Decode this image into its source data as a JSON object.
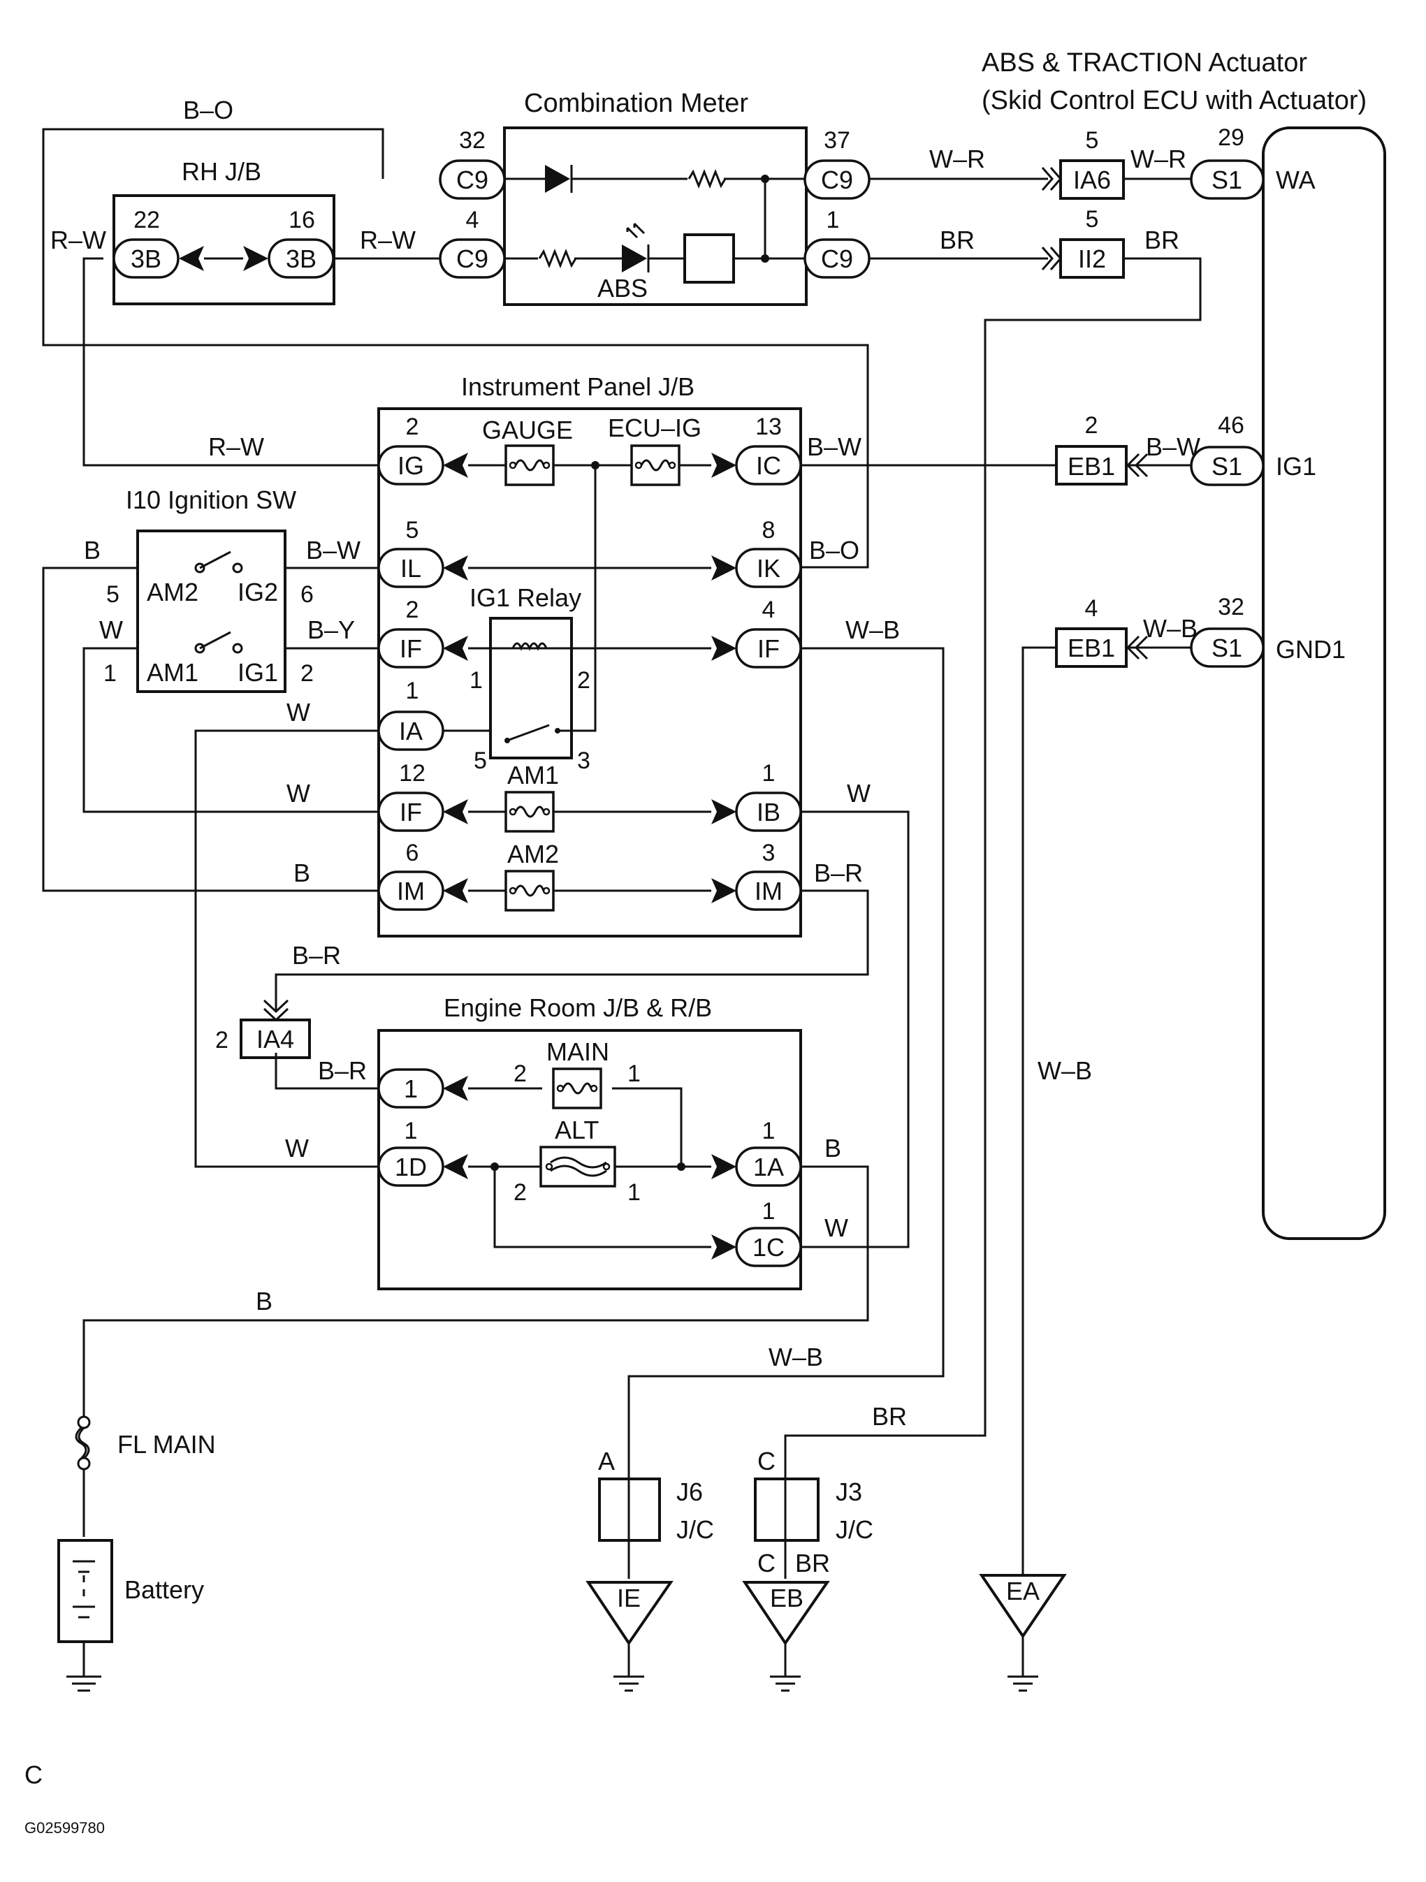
{
  "actuator": {
    "title1": "ABS & TRACTION Actuator",
    "title2": "(Skid Control ECU with Actuator)",
    "terminals": {
      "wa": "WA",
      "ig1": "IG1",
      "gnd1": "GND1"
    }
  },
  "combination_meter": {
    "title": "Combination Meter",
    "abs_label": "ABS",
    "pins": {
      "tl_num": "32",
      "tl": "C9",
      "ml_num": "4",
      "ml": "C9",
      "tr_num": "37",
      "tr": "C9",
      "br_num": "1",
      "br": "C9"
    }
  },
  "rh_jb": {
    "title": "RH J/B",
    "pins": {
      "l_num": "22",
      "l": "3B",
      "r_num": "16",
      "r": "3B"
    }
  },
  "ip_jb": {
    "title": "Instrument Panel J/B",
    "fuses": {
      "gauge": "GAUGE",
      "ecu_ig": "ECU–IG",
      "am1": "AM1",
      "am2": "AM2"
    },
    "relay": {
      "title": "IG1 Relay",
      "p1": "1",
      "p2": "2",
      "p5": "5",
      "p3": "3"
    },
    "left": [
      {
        "num": "2",
        "id": "IG"
      },
      {
        "num": "5",
        "id": "IL"
      },
      {
        "num": "2",
        "id": "IF"
      },
      {
        "num": "1",
        "id": "IA"
      },
      {
        "num": "12",
        "id": "IF"
      },
      {
        "num": "6",
        "id": "IM"
      }
    ],
    "right": [
      {
        "num": "13",
        "id": "IC"
      },
      {
        "num": "8",
        "id": "IK"
      },
      {
        "num": "4",
        "id": "IF"
      },
      {
        "num": "1",
        "id": "IB"
      },
      {
        "num": "3",
        "id": "IM"
      }
    ]
  },
  "ignition": {
    "title": "I10 Ignition SW",
    "am2": "AM2",
    "ig2": "IG2",
    "am1": "AM1",
    "ig1": "IG1",
    "p5": "5",
    "p6": "6",
    "p1": "1",
    "p2": "2"
  },
  "er_jb": {
    "title": "Engine Room J/B & R/B",
    "fuses": {
      "main": "MAIN",
      "alt": "ALT"
    },
    "fuse_pins": {
      "main_l": "2",
      "main_r": "1",
      "alt_l": "2",
      "alt_r": "1"
    },
    "pins": {
      "p1_id": "1",
      "p1d_num": "1",
      "p1d": "1D",
      "p1a_num": "1",
      "p1a": "1A",
      "p1c_num": "1",
      "p1c": "1C"
    }
  },
  "connectors": {
    "ia6_num": "5",
    "ia6": "IA6",
    "ii2_num": "5",
    "ii2": "II2",
    "eb1a_num": "2",
    "eb1a": "EB1",
    "eb1b_num": "4",
    "eb1b": "EB1",
    "ia4_num": "2",
    "ia4": "IA4",
    "s1a_num": "29",
    "s1a": "S1",
    "s1b_num": "46",
    "s1b": "S1",
    "s1c_num": "32",
    "s1c": "S1"
  },
  "junctions": {
    "j6": {
      "pin": "A",
      "line1": "J6",
      "line2": "J/C"
    },
    "j3": {
      "pin_top": "C",
      "pin_bot": "C",
      "line1": "J3",
      "line2": "J/C"
    }
  },
  "grounds": {
    "ie": "IE",
    "eb": "EB",
    "ea": "EA"
  },
  "power": {
    "fl_main": "FL MAIN",
    "battery": "Battery"
  },
  "wires": {
    "b_o_top": "B–O",
    "r_w_left": "R–W",
    "r_w_mid": "R–W",
    "w_r1": "W–R",
    "w_r2": "W–R",
    "br1": "BR",
    "br2": "BR",
    "r_w_ig": "R–W",
    "b_w_ic": "B–W",
    "b_w_eb1": "B–W",
    "b_w_sw": "B–W",
    "b_o_ik": "B–O",
    "b_sw": "B",
    "w_sw": "W",
    "b_y": "B–Y",
    "w_b_if": "W–B",
    "w_b_eb1": "W–B",
    "w_ia": "W",
    "w_if": "W",
    "w_ib": "W",
    "b_im": "B",
    "b_r_im": "B–R",
    "b_r_ia4": "B–R",
    "b_r_1": "B–R",
    "w_1d": "W",
    "b_1a": "B",
    "w_1c": "W",
    "b_fl": "B",
    "w_b_j6": "W–B",
    "br_j3": "BR",
    "br_j3b": "BR",
    "w_b_ea": "W–B"
  },
  "footer": {
    "letter": "C",
    "code": "G02599780"
  }
}
